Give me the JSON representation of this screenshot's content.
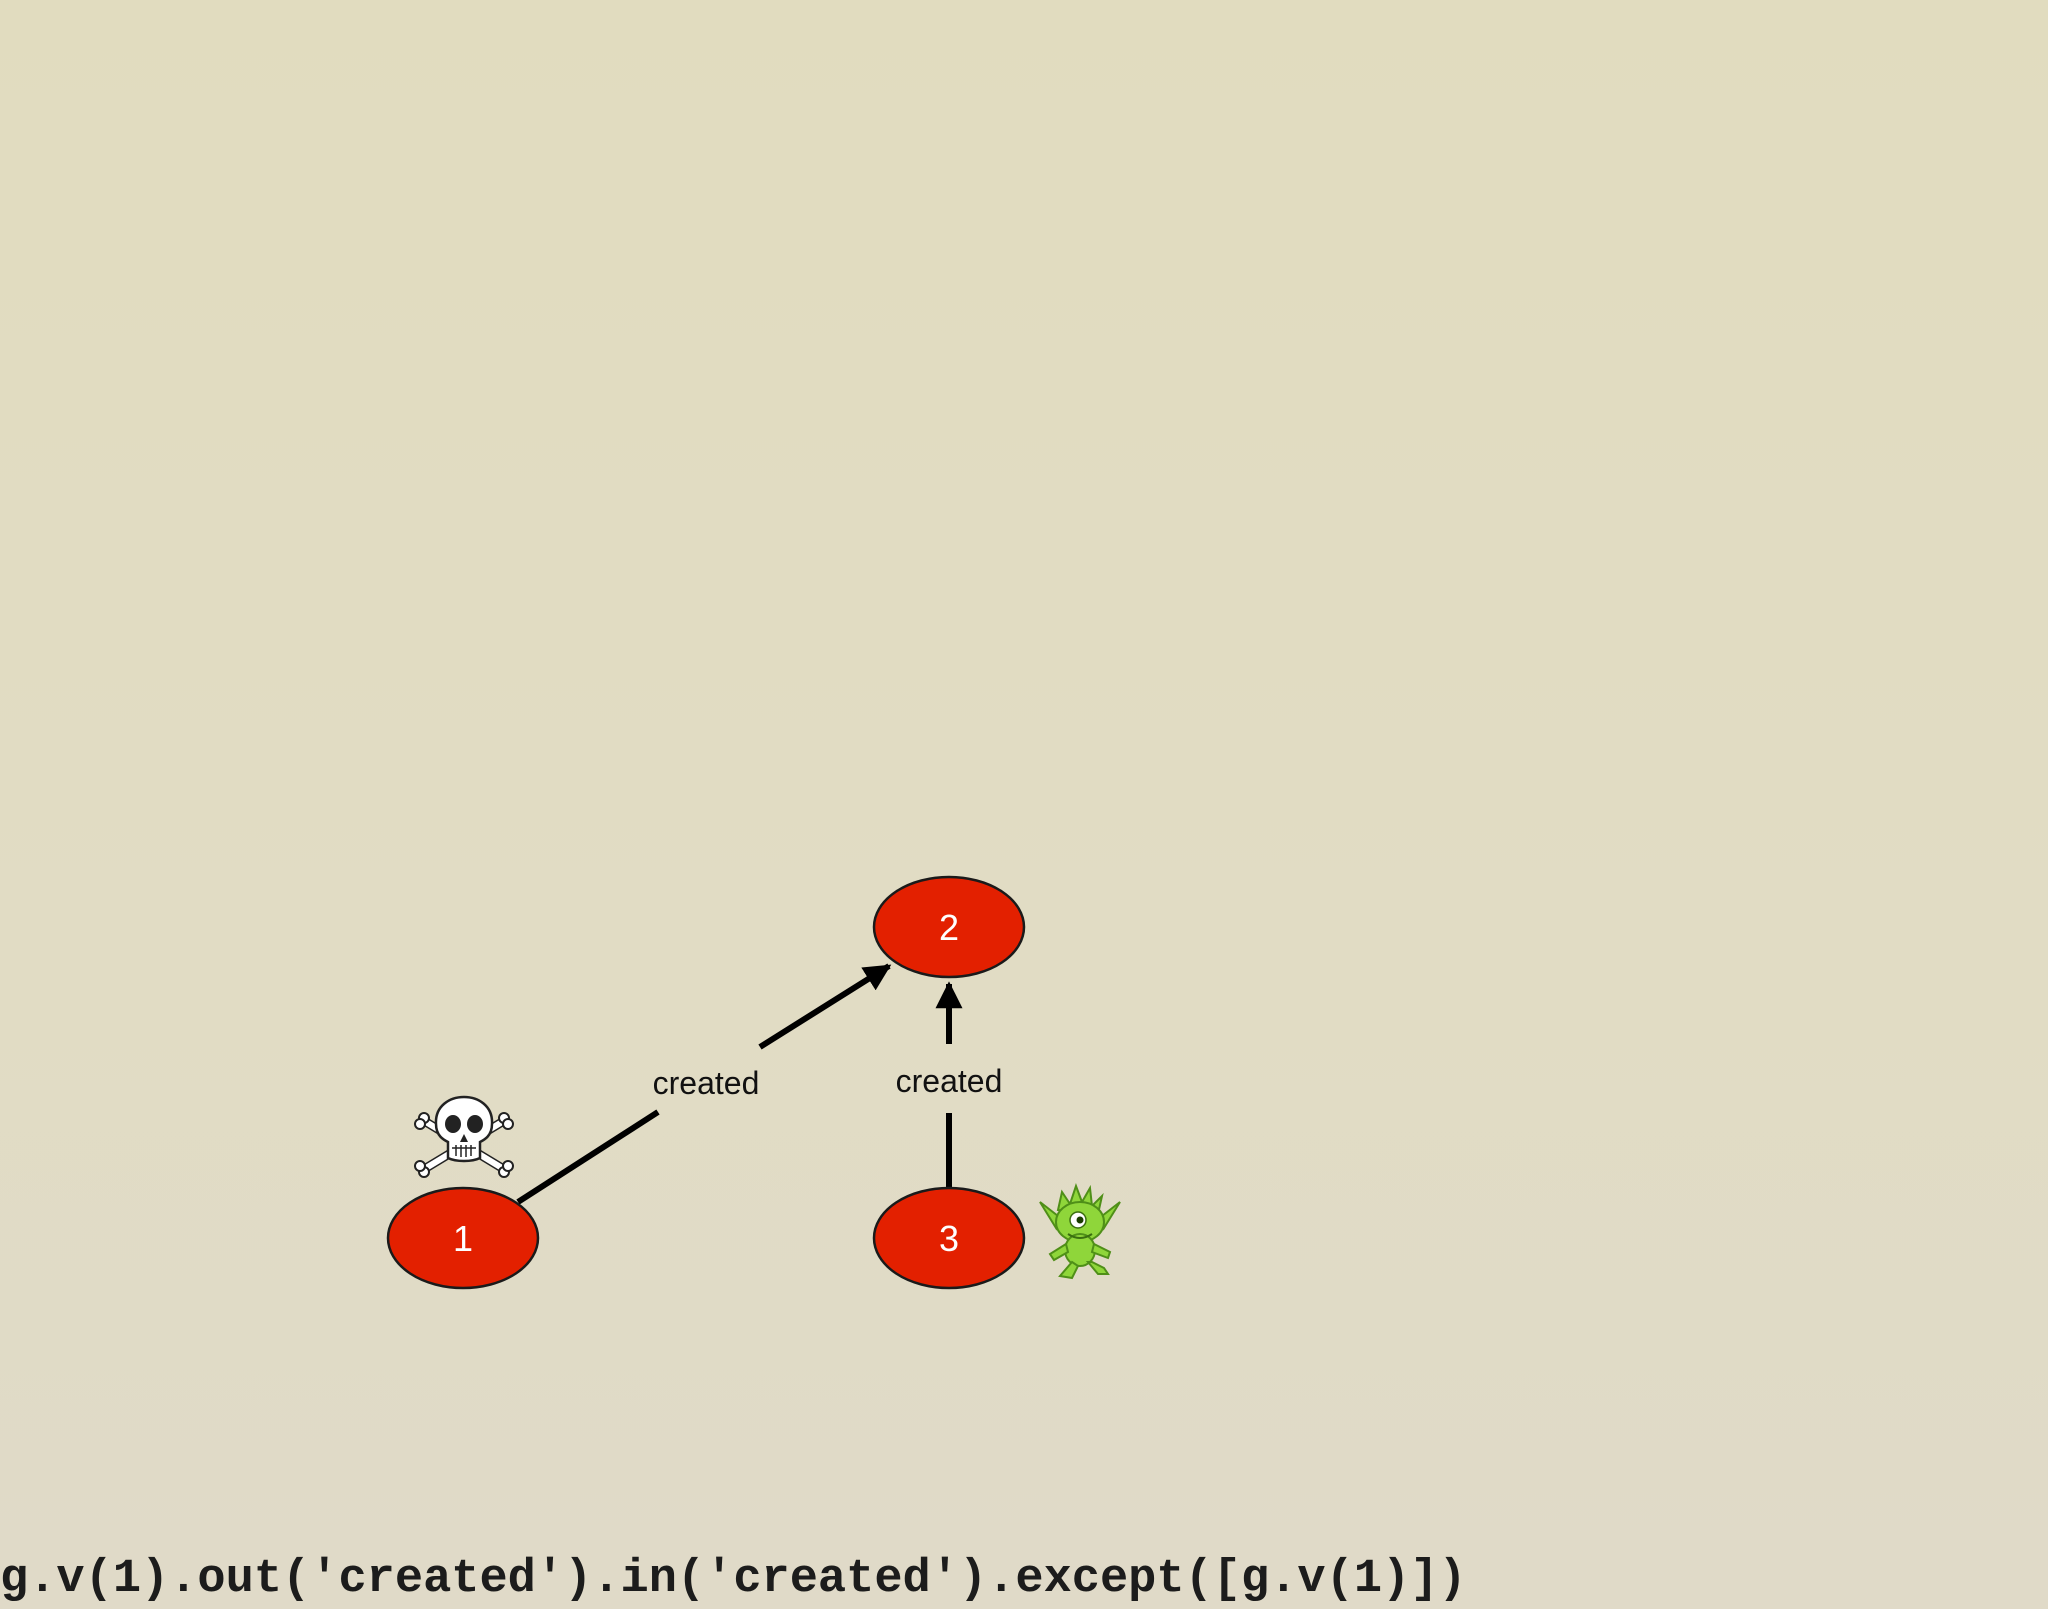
{
  "graph": {
    "nodes": [
      {
        "id": "1",
        "label": "1",
        "color": "#e32000"
      },
      {
        "id": "2",
        "label": "2",
        "color": "#e32000"
      },
      {
        "id": "3",
        "label": "3",
        "color": "#e32000"
      }
    ],
    "edges": [
      {
        "from": "1",
        "to": "2",
        "label": "created"
      },
      {
        "from": "3",
        "to": "2",
        "label": "created"
      }
    ],
    "markers": [
      {
        "node": "1",
        "icon": "skull-and-crossbones-icon"
      },
      {
        "node": "3",
        "icon": "green-goblin-icon",
        "color": "#8fd63a"
      }
    ]
  },
  "query": "g.v(1).out('created').in('created').except([g.v(1)])"
}
